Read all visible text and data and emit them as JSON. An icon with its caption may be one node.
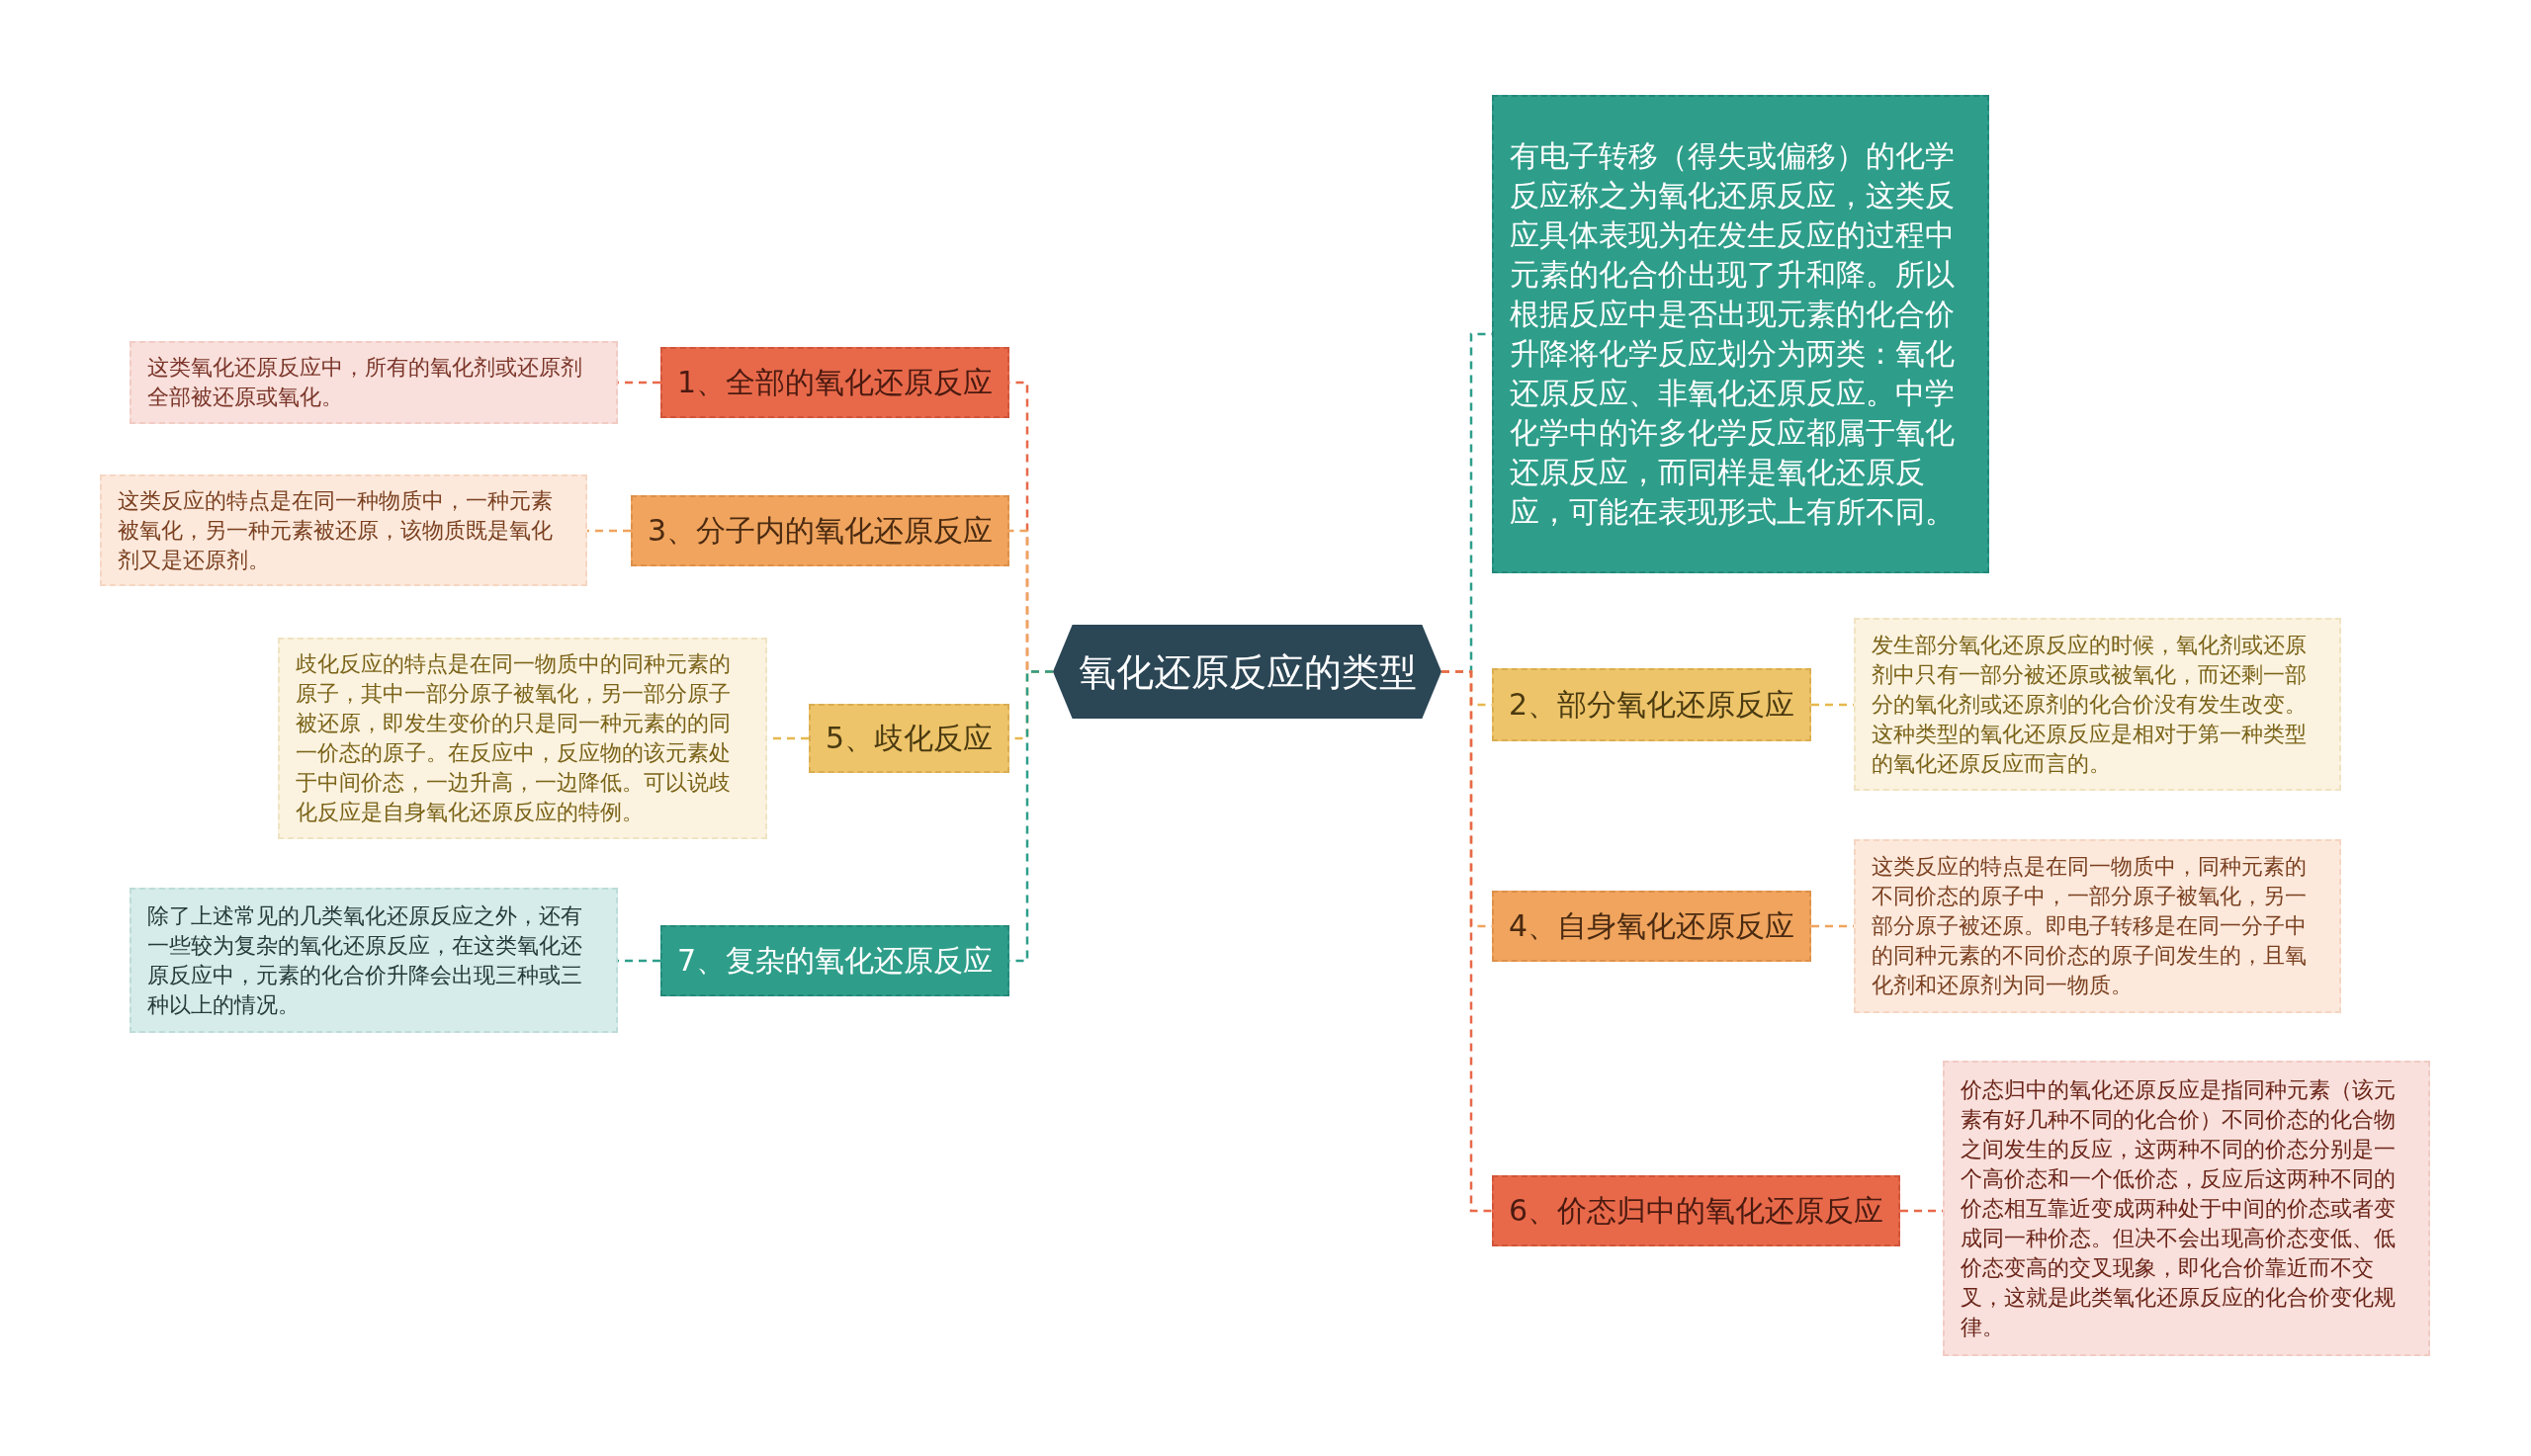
{
  "diagram": {
    "nodes": [
      {
        "text": [
          "氧化还原反应的类型"
        ]
      },
      {
        "text": [
          "1、全部的氧化还原反应"
        ]
      },
      {
        "text": [
          "这类氧化还原反应中，所有的氧化剂或还原剂全部被还原或氧化。"
        ]
      },
      {
        "text": [
          "3、分子内的氧化还原反应"
        ]
      },
      {
        "text": [
          "这类反应的特点是在同一种物质中，一种元素被氧化，另一种元素被还原，该物质既是氧化剂又是还原剂。"
        ]
      },
      {
        "text": [
          "5、歧化反应"
        ]
      },
      {
        "text": [
          "歧化反应的特点是在同一物质中的同种元素的原子，其中一部分原子被氧化，另一部分原子被还原，即发生变价的只是同一种元素的的同一价态的原子。在反应中，反应物的该元素处于中间价态，一边升高，一边降低。可以说歧化反应是自身氧化还原反应的特例。"
        ]
      },
      {
        "text": [
          "7、复杂的氧化还原反应"
        ]
      },
      {
        "text": [
          "除了上述常见的几类氧化还原反应之外，还有一些较为复杂的氧化还原反应，在这类氧化还原反应中，元素的化合价升降会出现三种或三种以上的情况。"
        ]
      },
      {
        "text": [
          "有电子转移（得失或偏移）的化学反应称之为氧化还原反应，这类反应具体表现为在发生反应的过程中元素的化合价出现了升和降。所以根据反应中是否出现元素的化合价升降将化学反应划分为两类：氧化还原反应、非氧化还原反应。中学化学中的许多化学反应都属于氧化还原反应，而同样是氧化还原反应，可能在表现形式上有所不同。"
        ]
      },
      {
        "text": [
          "2、部分氧化还原反应"
        ]
      },
      {
        "text": [
          "发生部分氧化还原反应的时候，氧化剂或还原剂中只有一部分被还原或被氧化，而还剩一部分的氧化剂或还原剂的化合价没有发生改变。这种类型的氧化还原反应是相对于第一种类型的氧化还原反应而言的。"
        ]
      },
      {
        "text": [
          "4、自身氧化还原反应"
        ]
      },
      {
        "text": [
          "这类反应的特点是在同一物质中，同种元素的不同价态的原子中，一部分原子被氧化，另一部分原子被还原。即电子转移是在同一分子中的同种元素的不同价态的原子间发生的，且氧化剂和还原剂为同一物质。"
        ]
      },
      {
        "text": [
          "6、价态归中的氧化还原反应"
        ]
      },
      {
        "text": [
          "价态归中的氧化还原反应是指同种元素（该元素有好几种不同的化合价）不同价态的化合物之间发生的反应，这两种不同的价态分别是一个高价态和一个低价态，反应后这两种不同的价态相互靠近变成两种处于中间的价态或者变成同一种价态。但决不会出现高价态变低、低价态变高的交叉现象，即化合价靠近而不交叉，这就是此类氧化还原反应的化合价变化规律。"
        ]
      }
    ],
    "edges": [
      {
        "from": 0,
        "to": 1,
        "arrow": "none",
        "style": "dashed",
        "color": "#e8694a"
      },
      {
        "from": 1,
        "to": 2,
        "arrow": "none",
        "style": "dashed",
        "color": "#e8694a"
      },
      {
        "from": 0,
        "to": 3,
        "arrow": "none",
        "style": "dashed",
        "color": "#f0a45e"
      },
      {
        "from": 3,
        "to": 4,
        "arrow": "none",
        "style": "dashed",
        "color": "#f0a45e"
      },
      {
        "from": 0,
        "to": 5,
        "arrow": "none",
        "style": "dashed",
        "color": "#e6b84e"
      },
      {
        "from": 5,
        "to": 6,
        "arrow": "none",
        "style": "dashed",
        "color": "#e6b84e"
      },
      {
        "from": 0,
        "to": 7,
        "arrow": "none",
        "style": "dashed",
        "color": "#2e9e8a"
      },
      {
        "from": 7,
        "to": 8,
        "arrow": "none",
        "style": "dashed",
        "color": "#2e9e8a"
      },
      {
        "from": 0,
        "to": 9,
        "arrow": "none",
        "style": "dashed",
        "color": "#2e9e8a"
      },
      {
        "from": 0,
        "to": 10,
        "arrow": "none",
        "style": "dashed",
        "color": "#e6b84e"
      },
      {
        "from": 10,
        "to": 11,
        "arrow": "none",
        "style": "dashed",
        "color": "#e6b84e"
      },
      {
        "from": 0,
        "to": 12,
        "arrow": "none",
        "style": "dashed",
        "color": "#f0a45e"
      },
      {
        "from": 12,
        "to": 13,
        "arrow": "none",
        "style": "dashed",
        "color": "#f0a45e"
      },
      {
        "from": 0,
        "to": 14,
        "arrow": "none",
        "style": "dashed",
        "color": "#e8694a"
      },
      {
        "from": 14,
        "to": 15,
        "arrow": "none",
        "style": "dashed",
        "color": "#e8694a"
      }
    ]
  }
}
